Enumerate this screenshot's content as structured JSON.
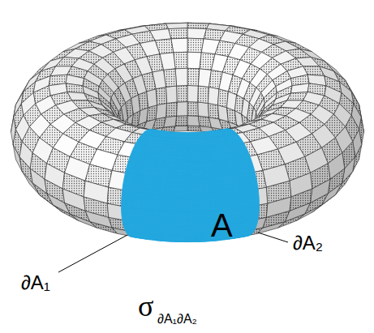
{
  "diagram": {
    "nodes": [
      {
        "text": [
          "A"
        ]
      }
    ],
    "labels": [
      "∂A₁",
      "∂A₂",
      "σ",
      "∂A₁∂A₂"
    ]
  }
}
